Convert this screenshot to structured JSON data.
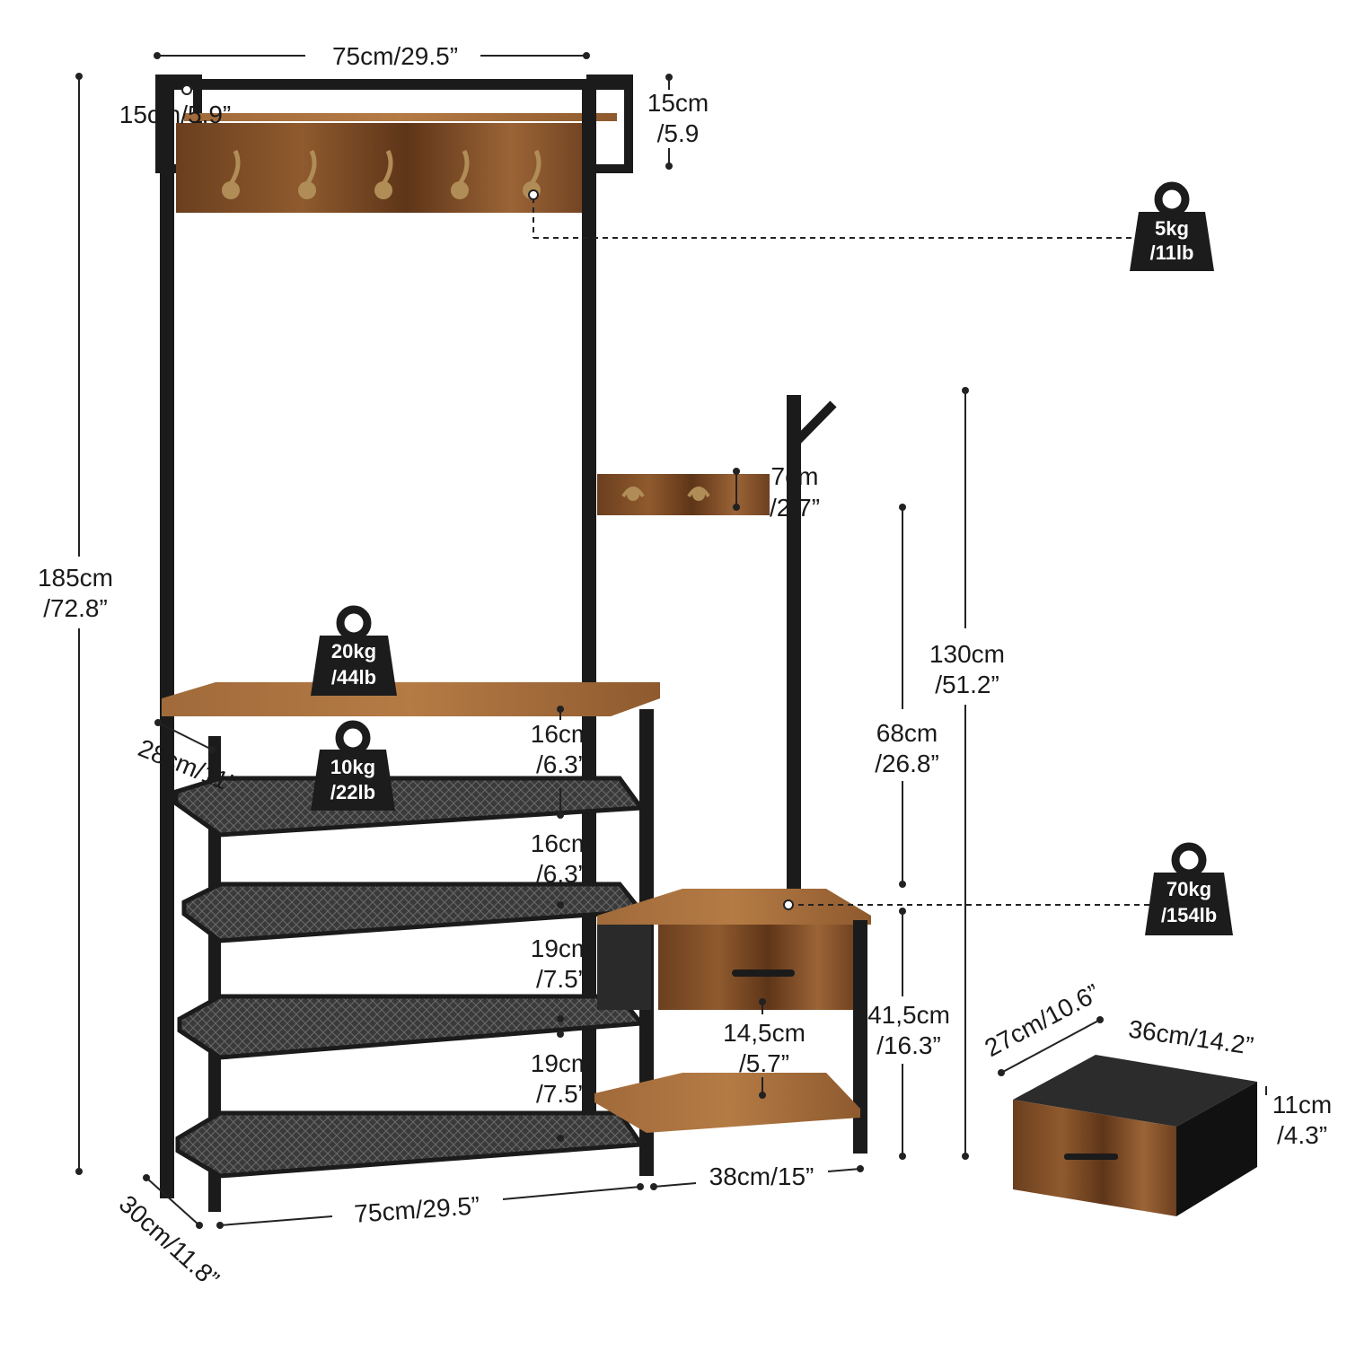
{
  "colors": {
    "frame": "#1b1b1b",
    "wood": "#7a4a24",
    "wood_light": "#9a6234",
    "hook": "#b08d57",
    "weight_badge": "#1c1c1c",
    "dim_line": "#222222"
  },
  "icons": {
    "weight": "kettlebell-weight-icon",
    "hook": "coat-hook-icon"
  },
  "dims": {
    "top_width_cm": "75cm/29.5”",
    "top_depth_cm": "15cm/5.9”",
    "top_shelf_h_a": "15cm",
    "top_shelf_h_b": "/5.9",
    "total_height_a": "185cm",
    "total_height_b": "/72.8”",
    "hook_bar_a": "7cm",
    "hook_bar_b": "/2.7”",
    "tree_height_a": "130cm",
    "tree_height_b": "/51.2”",
    "tree_upper_a": "68cm",
    "tree_upper_b": "/26.8”",
    "bench_height_a": "41,5cm",
    "bench_height_b": "/16.3”",
    "gap1_a": "16cm",
    "gap1_b": "/6.3”",
    "gap2_a": "16cm",
    "gap2_b": "/6.3”",
    "gap3_a": "19cm",
    "gap3_b": "/7.5”",
    "gap4_a": "19cm",
    "gap4_b": "/7.5”",
    "shelf_depth": "28cm/11”",
    "drawer_gap_a": "14,5cm",
    "drawer_gap_b": "/5.7”",
    "bottom_width": "75cm/29.5”",
    "bottom_depth": "30cm/11.8”",
    "bench_width": "38cm/15”",
    "drawer_depth": "27cm/10.6”",
    "drawer_width": "36cm/14.2”",
    "drawer_height_a": "11cm",
    "drawer_height_b": "/4.3”"
  },
  "weights": {
    "top_hooks_a": "5kg",
    "top_hooks_b": "/11lb",
    "top_surface_a": "20kg",
    "top_surface_b": "/44lb",
    "shelf_a": "10kg",
    "shelf_b": "/22lb",
    "bench_a": "70kg",
    "bench_b": "/154lb"
  }
}
